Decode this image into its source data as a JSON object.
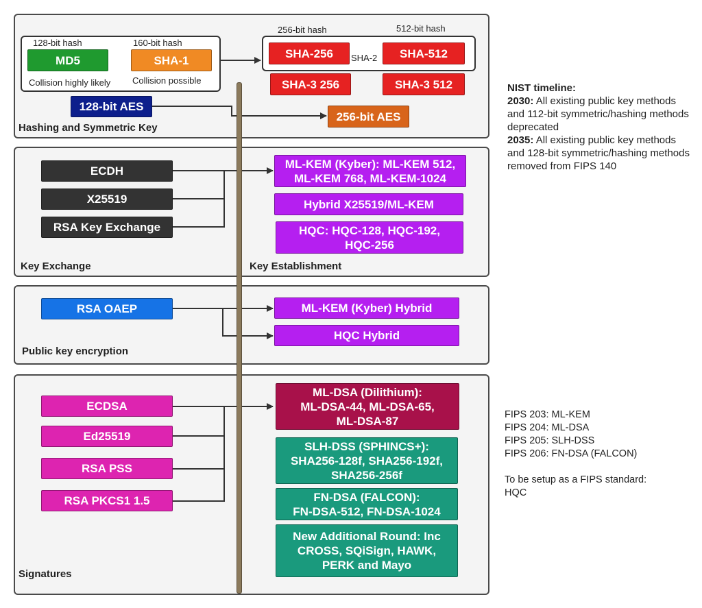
{
  "colors": {
    "md5": "#1f9a2f",
    "sha1": "#f08a24",
    "sha": "#e62222",
    "aes128": "#0d1f8c",
    "aes256": "#d8641a",
    "dark": "#333333",
    "purple": "#b51ff0",
    "rsa_oaep": "#1673e6",
    "magenta": "#dd24b0",
    "crimson": "#a8114a",
    "teal": "#1a9a7d",
    "pole": "#8b7a5c"
  },
  "hashing": {
    "section_label": "Hashing and Symmetric Key",
    "md5_caption": "128-bit hash",
    "md5": "MD5",
    "md5_note": "Collision highly likely",
    "sha1_caption": "160-bit hash",
    "sha1": "SHA-1",
    "sha1_note": "Collision possible",
    "sha256_caption": "256-bit hash",
    "sha512_caption": "512-bit hash",
    "sha256": "SHA-256",
    "sha512": "SHA-512",
    "sha2_label": "SHA-2",
    "sha3_256": "SHA-3 256",
    "sha3_512": "SHA-3 512",
    "aes128": "128-bit AES",
    "aes256": "256-bit AES"
  },
  "key_exchange": {
    "section_label": "Key Exchange",
    "establishment_label": "Key Establishment",
    "ecdh": "ECDH",
    "x25519": "X25519",
    "rsa_kex": "RSA Key Exchange",
    "mlkem": "ML-KEM (Kyber): ML-KEM 512,\nML-KEM 768, ML-KEM-1024",
    "hybrid": "Hybrid X25519/ML-KEM",
    "hqc": "HQC: HQC-128, HQC-192,\nHQC-256"
  },
  "pke": {
    "section_label": "Public key encryption",
    "rsa_oaep": "RSA OAEP",
    "mlkem_hybrid": "ML-KEM (Kyber) Hybrid",
    "hqc_hybrid": "HQC Hybrid"
  },
  "signatures": {
    "section_label": "Signatures",
    "ecdsa": "ECDSA",
    "ed25519": "Ed25519",
    "rsa_pss": "RSA PSS",
    "rsa_pkcs": "RSA PKCS1 1.5",
    "mldsa": "ML-DSA (Dilithium):\nML-DSA-44, ML-DSA-65,\nML-DSA-87",
    "slhdss": "SLH-DSS (SPHINCS+):\nSHA256-128f,  SHA256-192f,\nSHA256-256f",
    "fndsa": "FN-DSA (FALCON):\nFN-DSA-512, FN-DSA-1024",
    "additional": "New Additional Round: Inc\nCROSS, SQiSign, HAWK,\nPERK and Mayo"
  },
  "nist": {
    "title": "NIST timeline:",
    "y2030_year": "2030:",
    "y2030_text": " All existing public key methods and 112-bit symmetric/hashing methods deprecated",
    "y2035_year": "2035:",
    "y2035_text": " All existing public key methods and 128-bit symmetric/hashing methods removed from FIPS 140"
  },
  "fips": {
    "line1": "FIPS 203: ML-KEM",
    "line2": "FIPS 204: ML-DSA",
    "line3": "FIPS 205: SLH-DSS",
    "line4": "FIPS 206: FN-DSA (FALCON)",
    "line5": "To be setup as a FIPS standard:",
    "line6": "HQC"
  }
}
